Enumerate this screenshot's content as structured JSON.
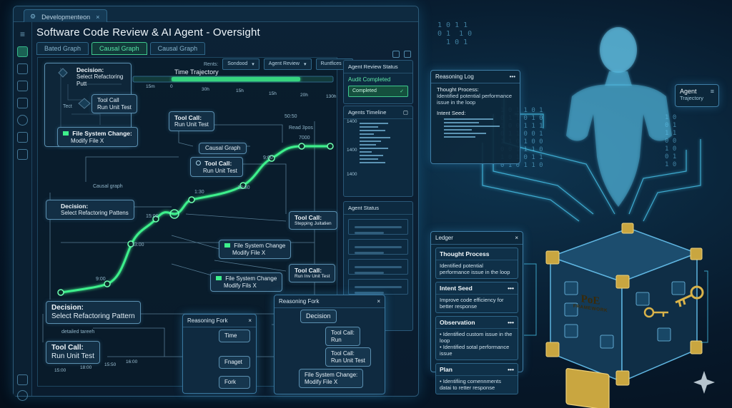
{
  "window": {
    "tab_label": "Developmenteon",
    "title": "Software Code Review & AI Agent - Oversight",
    "tabs": [
      "Bated Graph",
      "Causal Graph",
      "Causal Graph"
    ],
    "filters": {
      "label": "Rents:",
      "items": [
        "Sondood",
        "Agent Review",
        "Runtfices"
      ]
    }
  },
  "graph": {
    "time_trajectory_label": "Time Trajectory",
    "trajectory_ticks": [
      "15m",
      "0",
      "30h",
      "15h",
      "15h",
      "20h",
      "130h"
    ],
    "nodes": {
      "decision_top": {
        "title": "Decision:",
        "text": "Select Refactoring Putt"
      },
      "tool_call_small": {
        "title": "Tool Call",
        "text": "Run Unit Test"
      },
      "test_label": "Tect",
      "fs_change_top": {
        "title": "File System Change:",
        "text": "Modify File X"
      },
      "tool_call_run": {
        "title": "Tool Call:",
        "text": "Run Unit Test"
      },
      "causal_graph_label": "Causal Graph",
      "tool_call_mid": {
        "title": "Tool Call:",
        "text": "Run Unit Test"
      },
      "causal_graph_text": "Causal graph",
      "decision_mid": {
        "title": "Decision:",
        "text": "Select Refactoring Pattens"
      },
      "tool_call_right": {
        "title": "Tool Call:",
        "text": "Stepping Juitatien"
      },
      "fs_change_mid1": {
        "title": "File System Change",
        "text": "Modify File X"
      },
      "fs_change_mid2": {
        "title": "File System Change",
        "text": "Modify Fils X"
      },
      "tool_call_right2": {
        "title": "Tool Call:",
        "text": "Run Inv Unit Test"
      },
      "decision_bottom": {
        "title": "Decision:",
        "text": "Select Refactoring Pattern"
      },
      "detailed_label": "detailed tareeh",
      "tool_call_bottom": {
        "title": "Tool Call:",
        "text": "Run Unit Test"
      }
    },
    "point_labels": [
      "9:00",
      "13:00",
      "15:00",
      "1:30",
      "12:50",
      "9:00",
      "50:50",
      "Read 3pos",
      "7000"
    ],
    "bottom_ticks": [
      "15:00",
      "18:00",
      "15:50",
      "16:00"
    ]
  },
  "side_panels": {
    "review_status": {
      "title": "Agent Review Status",
      "status": "Audit Completed",
      "badge": "Completed"
    },
    "timeline": {
      "title": "Agents Timeline",
      "ticks": [
        "1400",
        "1400",
        "1400"
      ]
    },
    "agent_status": {
      "title": "Agent Status"
    }
  },
  "reasoning_fork_1": {
    "title": "Reasoning Fork",
    "options": [
      "Time",
      "Fnaget",
      "Fork"
    ]
  },
  "reasoning_fork_2": {
    "title": "Reasoning Fork",
    "decision": "Decision",
    "options": [
      {
        "title": "Tool Call:",
        "text": "Run"
      },
      {
        "title": "Tool Call:",
        "text": "Run Unit Test"
      },
      {
        "title": "File System Change:",
        "text": "Modify File X"
      }
    ]
  },
  "reasoning_log": {
    "title": "Reasoning Log",
    "thought_title": "Thought Process:",
    "thought_text": "Identified potential performance issue in the loop",
    "intent_title": "Intent Seed:"
  },
  "agent_card": {
    "title": "Agent",
    "subtitle": "Trajectory"
  },
  "ledger": {
    "title": "Ledger",
    "thought": {
      "title": "Thought Process",
      "text": "Identified potential performance issue in the loop"
    },
    "intent": {
      "title": "Intent Seed",
      "text": "Improve code efficiency for better response"
    },
    "observation": {
      "title": "Observation",
      "items": [
        "Identified custom issue in the loop",
        "Identified sotal performance issue"
      ]
    },
    "plan": {
      "title": "Plan",
      "text": "Identifiing comennments datai to retter response"
    }
  },
  "cube": {
    "line1": "PoE",
    "line2": "FRAMEWORK"
  },
  "colors": {
    "accent_green": "#3ef08c",
    "accent_blue": "#4fc3f7",
    "gold": "#c9a640",
    "panel_border": "#3f7ea6"
  }
}
